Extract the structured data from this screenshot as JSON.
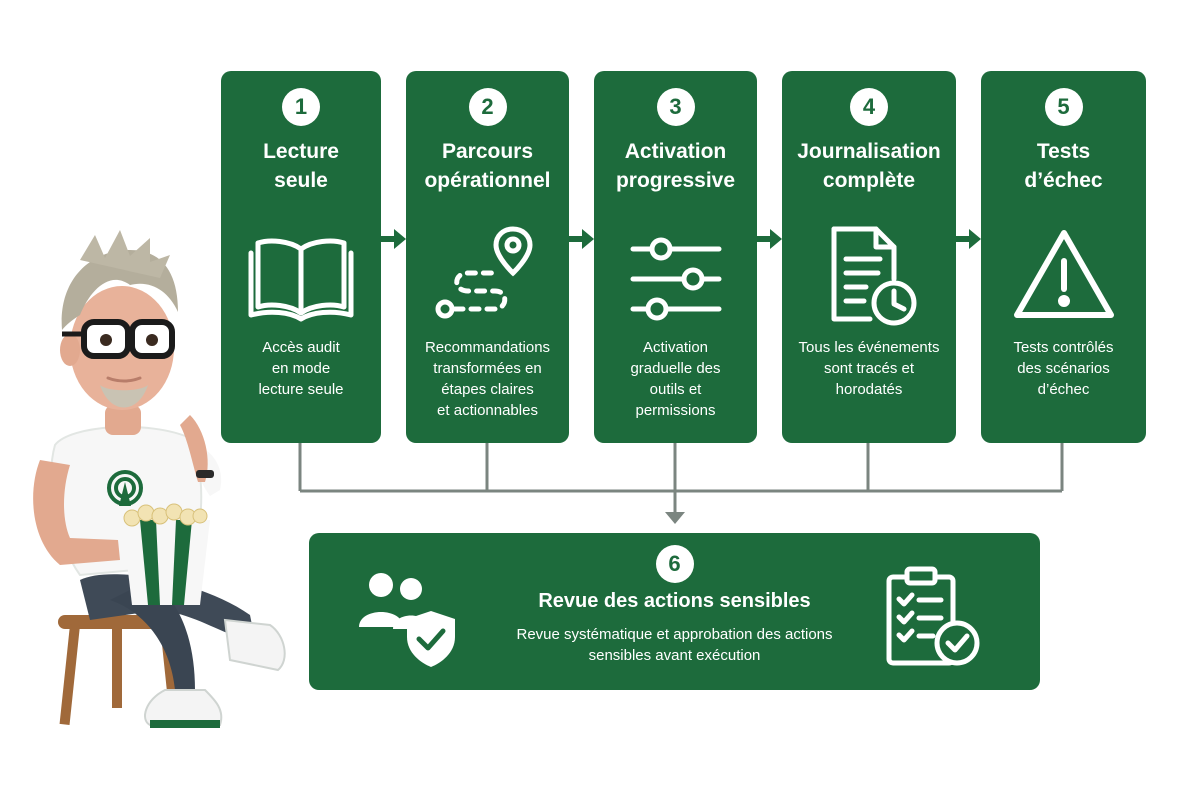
{
  "steps": [
    {
      "number": "1",
      "title_lines": [
        "Lecture",
        "seule"
      ],
      "desc_lines": [
        "Accès audit",
        "en mode",
        "lecture seule"
      ],
      "icon": "open-book-icon"
    },
    {
      "number": "2",
      "title_lines": [
        "Parcours",
        "opérationnel"
      ],
      "desc_lines": [
        "Recommandations",
        "transformées en",
        "étapes claires",
        "et actionnables"
      ],
      "icon": "route-pin-icon"
    },
    {
      "number": "3",
      "title_lines": [
        "Activation",
        "progressive"
      ],
      "desc_lines": [
        "Activation",
        "graduelle des",
        "outils et",
        "permissions"
      ],
      "icon": "sliders-icon"
    },
    {
      "number": "4",
      "title_lines": [
        "Journalisation",
        "complète"
      ],
      "desc_lines": [
        "Tous les événements",
        "sont tracés et",
        "horodatés"
      ],
      "icon": "document-clock-icon"
    },
    {
      "number": "5",
      "title_lines": [
        "Tests",
        "d’échec"
      ],
      "desc_lines": [
        "Tests contrôlés",
        "des scénarios",
        "d’échec"
      ],
      "icon": "warning-icon"
    }
  ],
  "review": {
    "number": "6",
    "title": "Revue des actions sensibles",
    "desc_lines": [
      "Revue systématique et approbation des actions",
      "sensibles avant exécution"
    ],
    "left_icon": "users-shield-icon",
    "right_icon": "clipboard-check-icon"
  },
  "colors": {
    "primary_green": "#1d6b3c",
    "connector_gray": "#7b8580",
    "background": "#ffffff"
  }
}
